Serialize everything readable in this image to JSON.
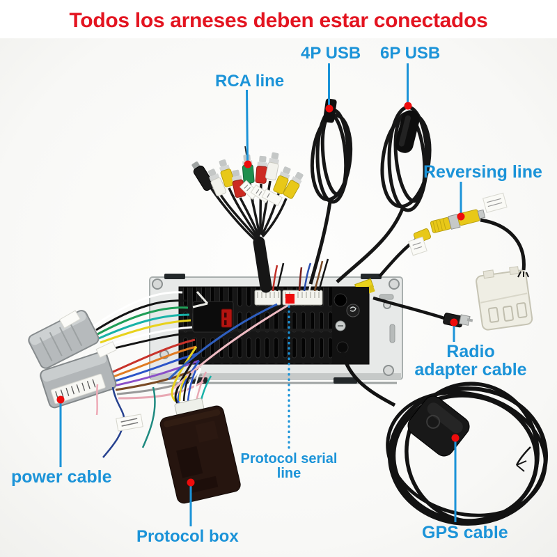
{
  "title": "Todos los arneses deben estar conectados",
  "colors": {
    "title_red": "#e31420",
    "annotation_blue": "#1b93d8",
    "marker_red": "#ee0c0c"
  },
  "labels": {
    "rca": "RCA line",
    "usb_4p": "4P USB",
    "usb_6p": "6P USB",
    "reversing": "Reversing line",
    "radio_adapter_line1": "Radio",
    "radio_adapter_line2": "adapter cable",
    "power": "power cable",
    "protocol_serial_line1": "Protocol serial",
    "protocol_serial_line2": "line",
    "protocol_box": "Protocol box",
    "gps": "GPS cable"
  }
}
